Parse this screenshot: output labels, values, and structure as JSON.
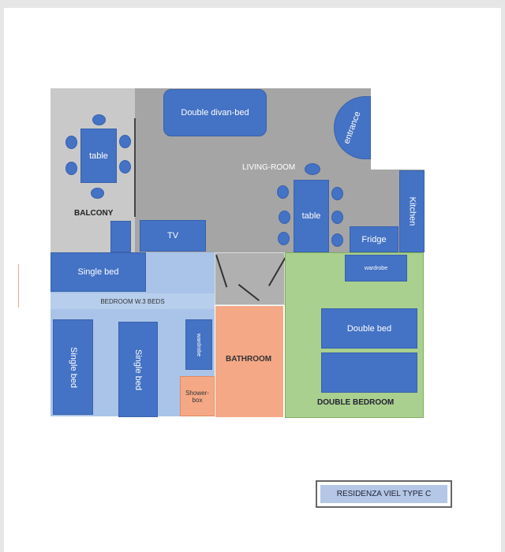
{
  "rooms": {
    "balcony": "BALCONY",
    "living_room": "LIVING-ROOM",
    "bedroom_3_beds": "BEDROOM W.3 BEDS",
    "bathroom": "BATHROOM",
    "double_bedroom": "DOUBLE BEDROOM"
  },
  "furniture": {
    "double_divan_bed": "Double divan-bed",
    "entrance": "entrance",
    "balcony_table": "table",
    "living_table": "table",
    "tv": "TV",
    "fridge": "Fridge",
    "kitchen": "Kitchen",
    "single_bed_top": "Single bed",
    "single_bed_1": "Single bed",
    "single_bed_2": "Single bed",
    "wardrobe_bedroom": "wardrobe",
    "shower_box": "Shower-box",
    "wardrobe_double": "wardrobe",
    "double_bed": "Double bed"
  },
  "title": "RESIDENZA VIEL TYPE C",
  "colors": {
    "furniture": "#4472c4",
    "balcony": "#c9c9c9",
    "living": "#a5a5a5",
    "bedroom": "#a9c4e8",
    "bathroom": "#f4a886",
    "double_bedroom": "#a9d08e"
  }
}
